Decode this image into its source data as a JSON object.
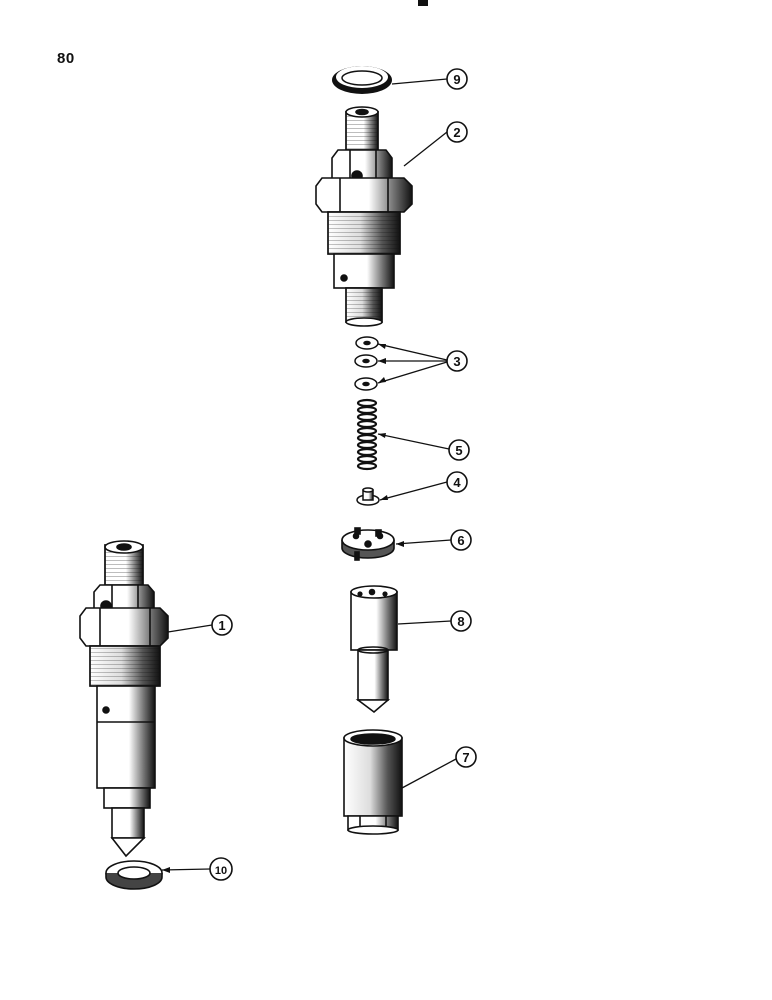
{
  "page": {
    "number": "80"
  },
  "parts": [
    {
      "id": "part-1",
      "label": "1",
      "depicts": "fuel injector assembly"
    },
    {
      "id": "part-2",
      "label": "2",
      "depicts": "injector holder body"
    },
    {
      "id": "part-3",
      "label": "3",
      "depicts": "shim washers"
    },
    {
      "id": "part-4",
      "label": "4",
      "depicts": "spring seat"
    },
    {
      "id": "part-5",
      "label": "5",
      "depicts": "pressure spring"
    },
    {
      "id": "part-6",
      "label": "6",
      "depicts": "intermediate plate"
    },
    {
      "id": "part-7",
      "label": "7",
      "depicts": "nozzle retaining nut"
    },
    {
      "id": "part-8",
      "label": "8",
      "depicts": "nozzle"
    },
    {
      "id": "part-9",
      "label": "9",
      "depicts": "sealing ring"
    },
    {
      "id": "part-10",
      "label": "10",
      "depicts": "sealing washer"
    }
  ],
  "colors": {
    "ink": "#111111",
    "paper": "#ffffff"
  }
}
